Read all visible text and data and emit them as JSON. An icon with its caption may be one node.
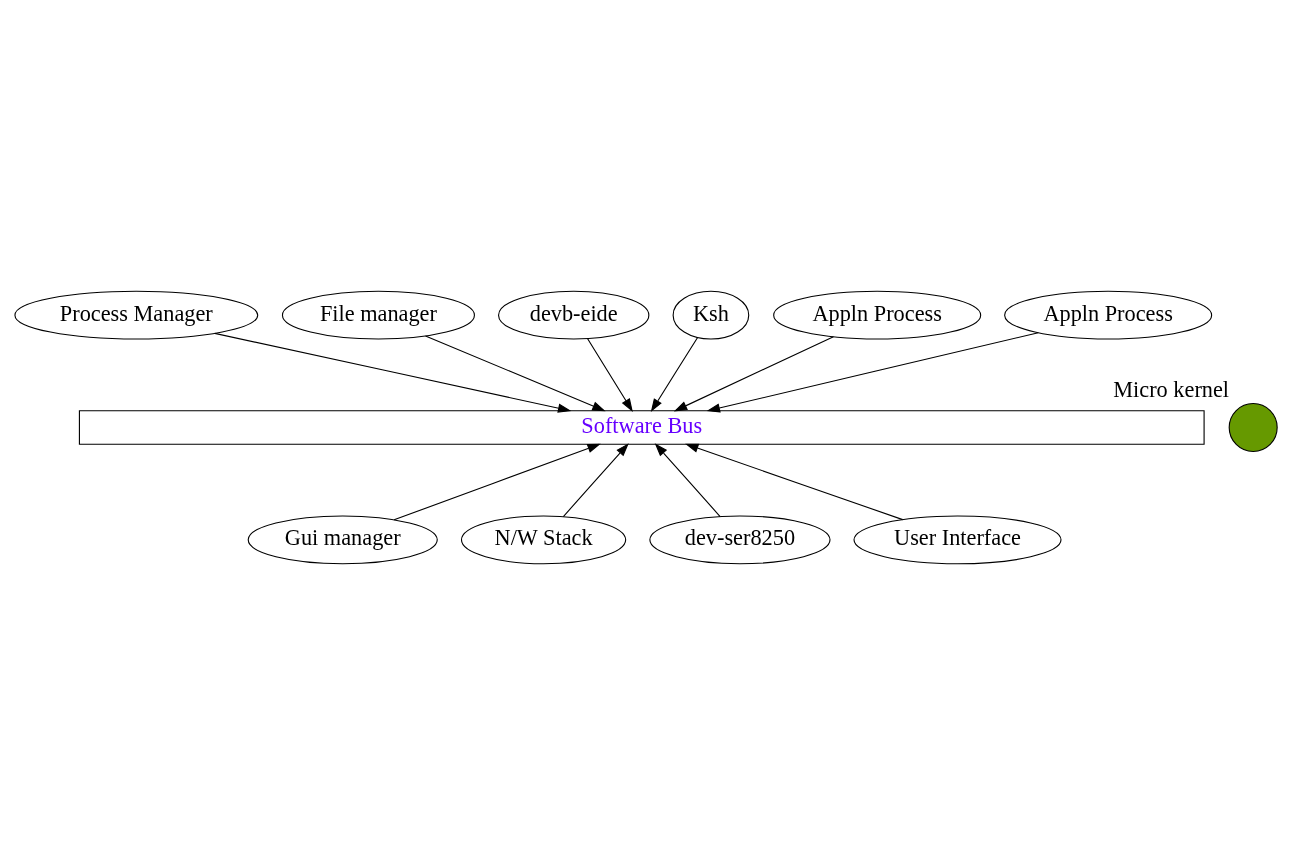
{
  "diagram": {
    "nodes": [
      {
        "text": [
          "Process Manager"
        ]
      },
      {
        "text": [
          "File manager"
        ]
      },
      {
        "text": [
          "devb-eide"
        ]
      },
      {
        "text": [
          "Ksh"
        ]
      },
      {
        "text": [
          "Appln Process"
        ]
      },
      {
        "text": [
          "Appln Process"
        ]
      },
      {
        "text": [],
        "shape": "circle",
        "beside": [
          "Micro kernel"
        ]
      },
      {
        "text": [
          "Software Bus"
        ]
      },
      {
        "text": [
          "Gui manager"
        ]
      },
      {
        "text": [
          "N/W Stack"
        ]
      },
      {
        "text": [
          "dev-ser8250"
        ]
      },
      {
        "text": [
          "User Interface"
        ]
      }
    ],
    "edges": [
      {
        "from": 0,
        "to": 7,
        "arrow": "to"
      },
      {
        "from": 1,
        "to": 7,
        "arrow": "to"
      },
      {
        "from": 2,
        "to": 7,
        "arrow": "to"
      },
      {
        "from": 3,
        "to": 7,
        "arrow": "to"
      },
      {
        "from": 4,
        "to": 7,
        "arrow": "to"
      },
      {
        "from": 5,
        "to": 7,
        "arrow": "to"
      },
      {
        "from": 8,
        "to": 7,
        "arrow": "to"
      },
      {
        "from": 9,
        "to": 7,
        "arrow": "to"
      },
      {
        "from": 10,
        "to": 7,
        "arrow": "to"
      },
      {
        "from": 11,
        "to": 7,
        "arrow": "to"
      }
    ]
  }
}
